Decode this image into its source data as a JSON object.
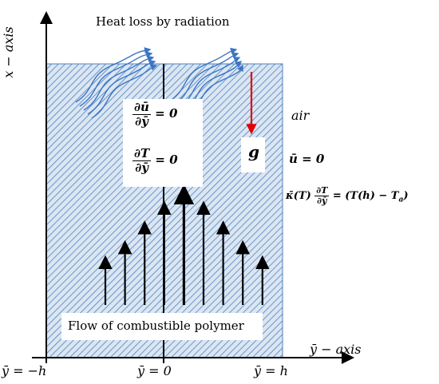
{
  "title": "",
  "labels": {
    "x_axis": "x − axis",
    "ybar_axis": "ȳ − axis",
    "heat_loss": "Heat loss by radiation",
    "air": "air",
    "gravity": "g",
    "flow": "Flow of combustible polymer",
    "tick_left": "ȳ = −h",
    "tick_center": "ȳ = 0",
    "tick_right": "ȳ = h"
  },
  "equations": {
    "du_num": "∂ū",
    "du_den": "∂ȳ",
    "du_rhs": "= 0",
    "dT_num": "∂T",
    "dT_den": "∂ȳ",
    "dT_rhs": "= 0",
    "u_bc": "ū = 0",
    "kappa_lhs": "κ̄(T)",
    "kappa_num": "∂T",
    "kappa_den": "∂ȳ",
    "kappa_rhs_a": "= (T(h) − T",
    "kappa_rhs_sub": "a",
    "kappa_rhs_b": ")"
  },
  "colors": {
    "hatch": "#4f81bd",
    "region_fill": "#dbe6f2",
    "radiation_arrows": "#3a75c4",
    "gravity_arrow": "#e00000",
    "axes": "#000000"
  },
  "flow_profile": {
    "relative_heights": [
      0.4,
      0.53,
      0.7,
      0.87,
      1.0,
      0.87,
      0.7,
      0.53,
      0.4
    ]
  },
  "icons": [
    "radiation-arrows-icon",
    "gravity-arrow-icon",
    "flow-arrow-icon"
  ]
}
